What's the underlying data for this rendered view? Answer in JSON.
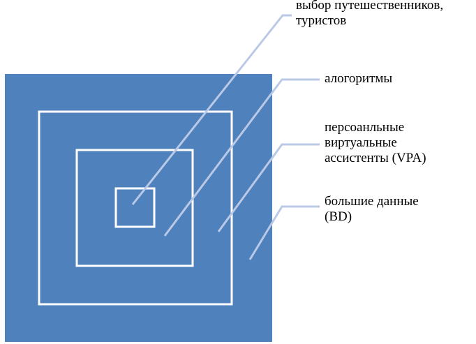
{
  "colors": {
    "background": "#ffffff",
    "outer_square": "#4f81bd",
    "square_outline": "#ffffff",
    "leader_line": "#b9c9e6",
    "text": "#000000"
  },
  "labels": {
    "travelers": [
      "выбор путешественников,",
      "туристов"
    ],
    "algorithms": [
      "алогоритмы"
    ],
    "vpa": [
      "персоанльные",
      "виртуальные",
      "асcистенты (VPA)"
    ],
    "bigdata": [
      "большие данные",
      "(BD)"
    ]
  }
}
